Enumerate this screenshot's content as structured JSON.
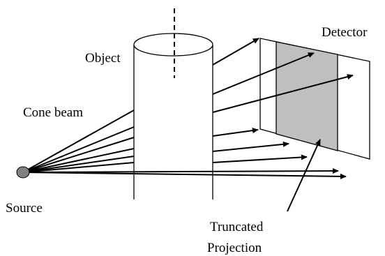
{
  "labels": {
    "detector": "Detector",
    "object": "Object",
    "cone_beam": "Cone beam",
    "source": "Source",
    "truncated_line1": "Truncated",
    "truncated_line2": "Projection"
  },
  "colors": {
    "stroke": "#000000",
    "truncated_region": "#bfbfbf",
    "source_point": "#808080",
    "background": "#ffffff"
  }
}
